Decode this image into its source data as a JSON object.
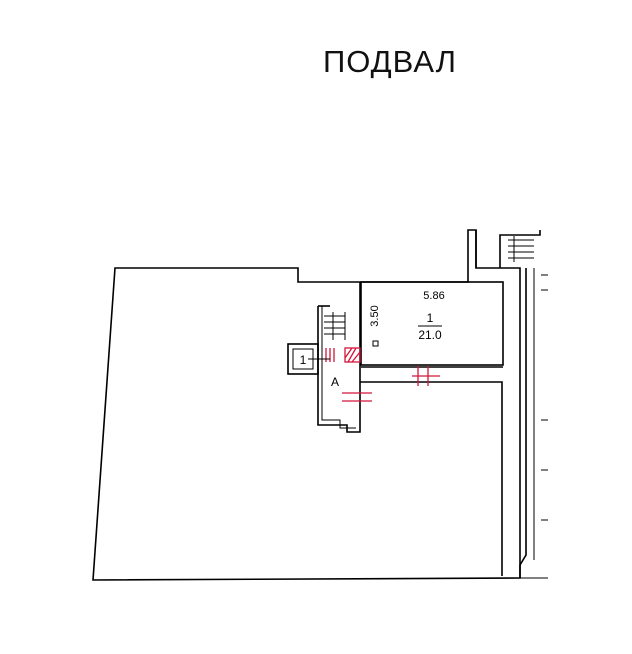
{
  "title": "ПОДВАЛ",
  "room": {
    "number": "1",
    "area": "21.0",
    "width_dim": "5.86",
    "height_dim": "3.50"
  },
  "stair_box_label": "1",
  "entrance_label": "А"
}
